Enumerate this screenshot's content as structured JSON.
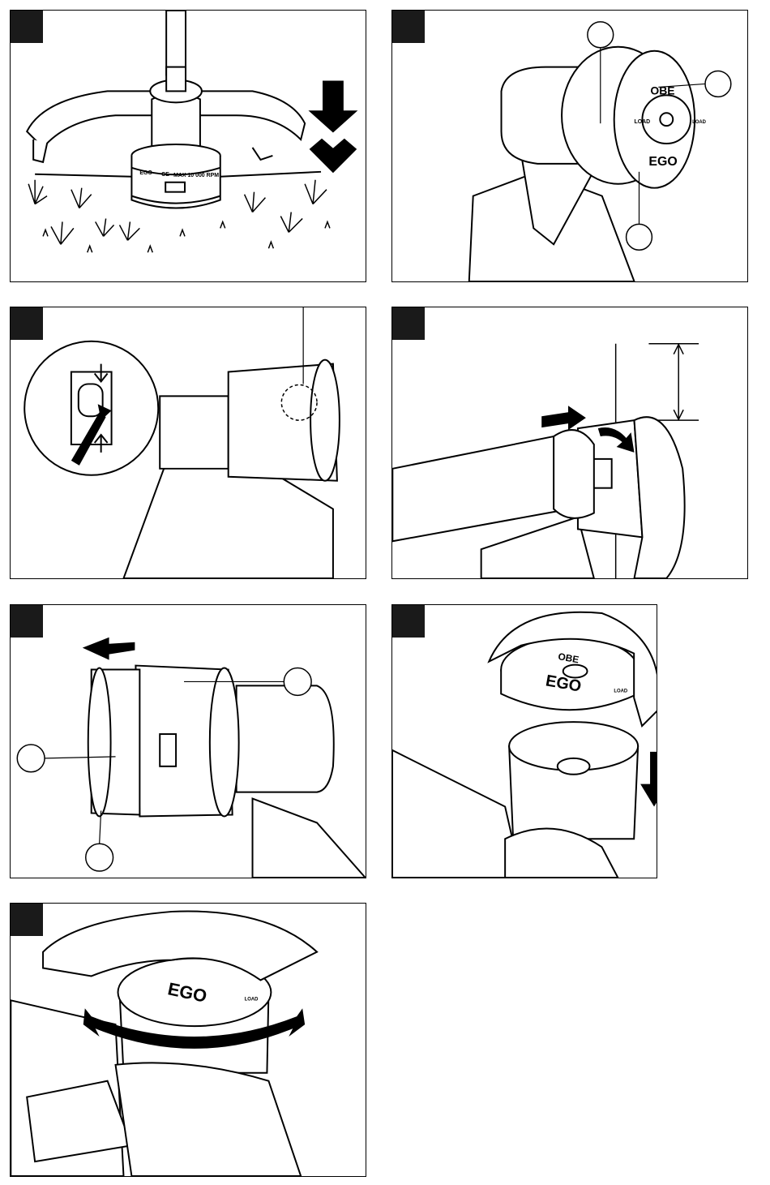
{
  "figures": [
    {
      "id": "fig-1",
      "labels": {
        "cap_brand": "EGO",
        "cap_text": "MAX 10 000 RPM",
        "cap_code": "CE"
      }
    },
    {
      "id": "fig-2",
      "labels": {
        "logo": "EGO",
        "cap_top": "OBE",
        "load": "LOAD",
        "load_small": "LOAD"
      }
    },
    {
      "id": "fig-3",
      "labels": {}
    },
    {
      "id": "fig-4",
      "labels": {}
    },
    {
      "id": "fig-5",
      "labels": {}
    },
    {
      "id": "fig-6",
      "labels": {
        "logo": "EGO",
        "cap_top": "OBE",
        "load": "LOAD"
      }
    },
    {
      "id": "fig-7",
      "labels": {
        "logo": "EGO",
        "load": "LOAD"
      }
    }
  ],
  "colors": {
    "badge": "#1a1a1a",
    "line": "#000000",
    "background": "#ffffff"
  }
}
